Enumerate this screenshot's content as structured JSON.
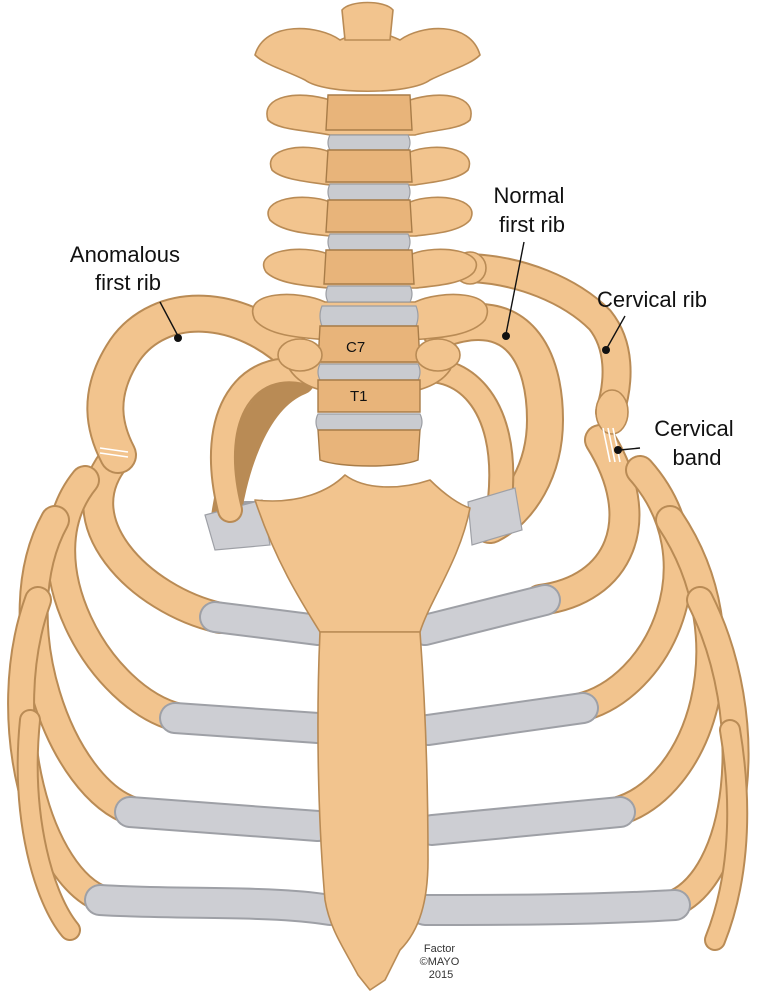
{
  "labels": {
    "anomalous_first_rib": [
      "Anomalous",
      "first rib"
    ],
    "normal_first_rib": [
      "Normal",
      "first rib"
    ],
    "cervical_rib": "Cervical rib",
    "cervical_band": [
      "Cervical",
      "band"
    ],
    "c7": "C7",
    "t1": "T1"
  },
  "signature": [
    "Factor",
    "©MAYO",
    "2015"
  ],
  "colors": {
    "bone": "#F2C48E",
    "bone_outline": "#B98B55",
    "cartilage": "#CDCED3",
    "text": "#111111"
  }
}
